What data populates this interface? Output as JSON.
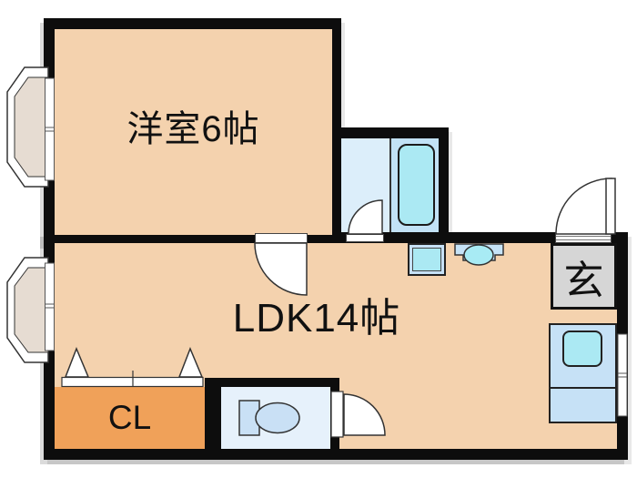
{
  "plan": {
    "rooms": {
      "western": {
        "label": "洋室6帖"
      },
      "ldk": {
        "label": "LDK14帖"
      },
      "closet": {
        "label": "CL"
      },
      "entrance": {
        "label": "玄"
      }
    },
    "colors": {
      "wall": "#0d0d0d",
      "room_floor": "#f4d2ae",
      "closet": "#f0a159",
      "entrance_floor": "#d6d6d6",
      "bathroom_floor": "#dceefa",
      "tub_area": "#c2e2f6",
      "toilet_floor": "#e6f1fb",
      "fixture_fill": "#c6e1f6",
      "fixture_accent": "#abe9f3",
      "bay_inner": "#e6dcd2"
    },
    "fixtures": [
      "bathtub-icon",
      "toilet-icon",
      "kitchen-sink-icon",
      "washbasin-icon",
      "washer-pan-icon"
    ],
    "openings": [
      "swing-door",
      "folding-door",
      "bay-window",
      "sliding-window",
      "entrance-door"
    ]
  }
}
